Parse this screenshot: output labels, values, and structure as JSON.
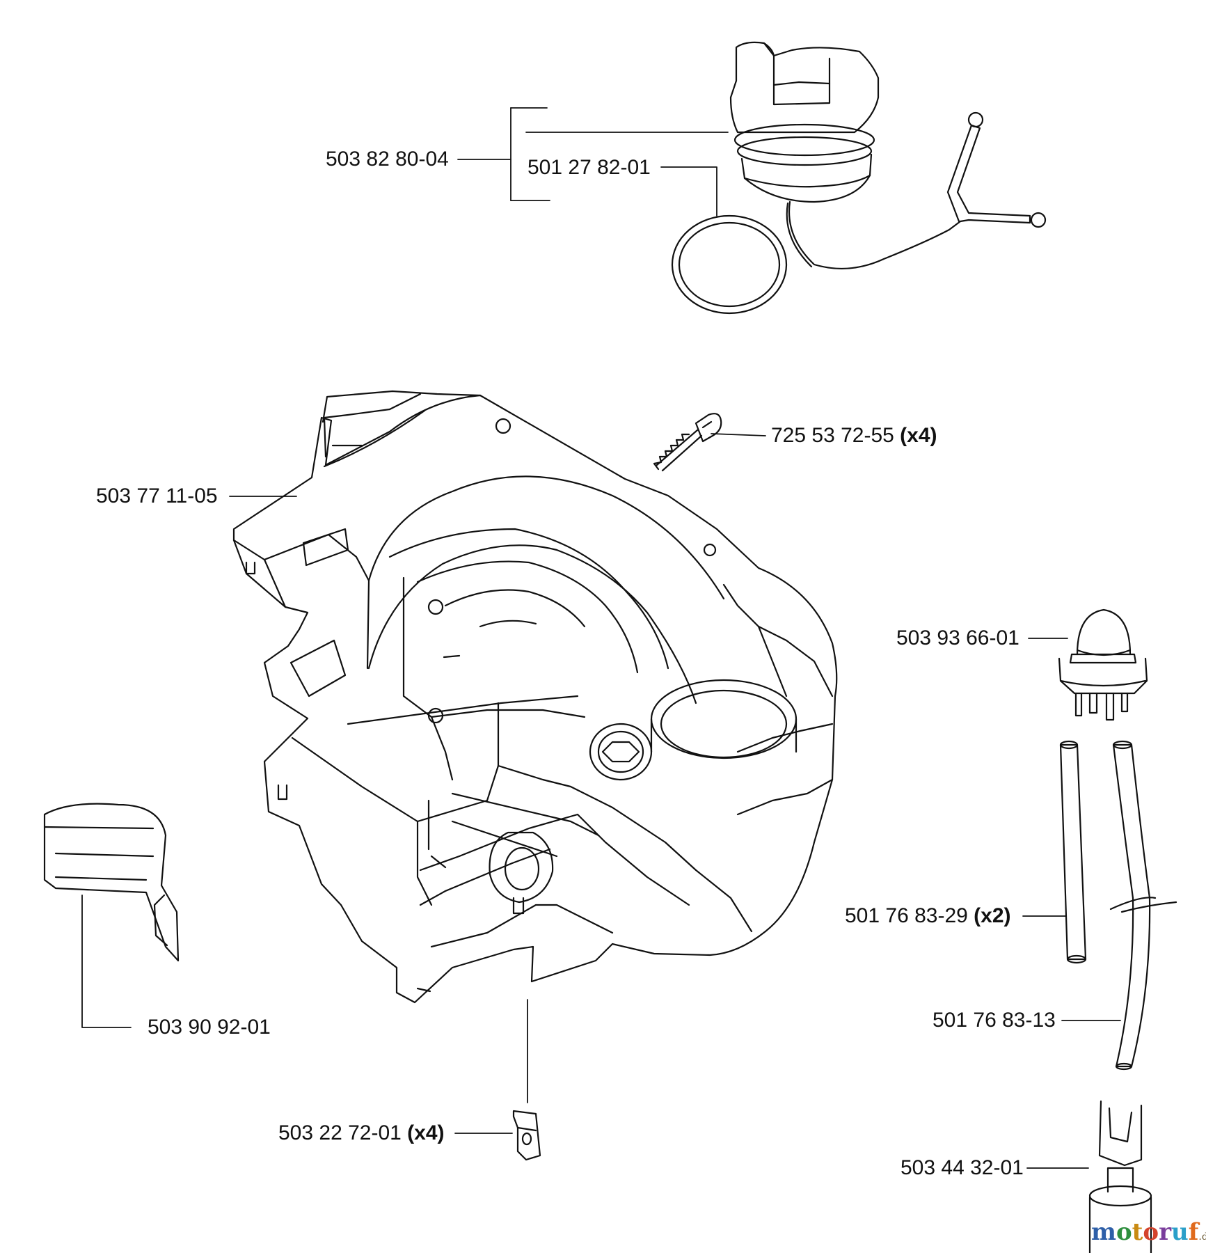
{
  "labels": {
    "fuel_cap_assembly": "503 82 80-04",
    "o_ring": "501 27 82-01",
    "screw": "725 53 72-55",
    "screw_qty": "(x4)",
    "fuel_tank": "503 77 11-05",
    "primer_bulb": "503 93 66-01",
    "fuel_hose_short": "501 76 83-29",
    "fuel_hose_short_qty": "(x2)",
    "fuel_hose_long": "501 76 83-13",
    "damper": "503 90 92-01",
    "clip": "503 22 72-01",
    "clip_qty": "(x4)",
    "fuel_filter": "503 44 32-01"
  },
  "watermark": {
    "parts": [
      "m",
      "o",
      "t",
      "o",
      "r",
      "u",
      "f"
    ],
    "colors": [
      "#2e5fa8",
      "#2e8f3e",
      "#c98a12",
      "#d4432c",
      "#7a3d9c",
      "#2a9fc9",
      "#e06a1c"
    ],
    "suffix": ".de"
  }
}
